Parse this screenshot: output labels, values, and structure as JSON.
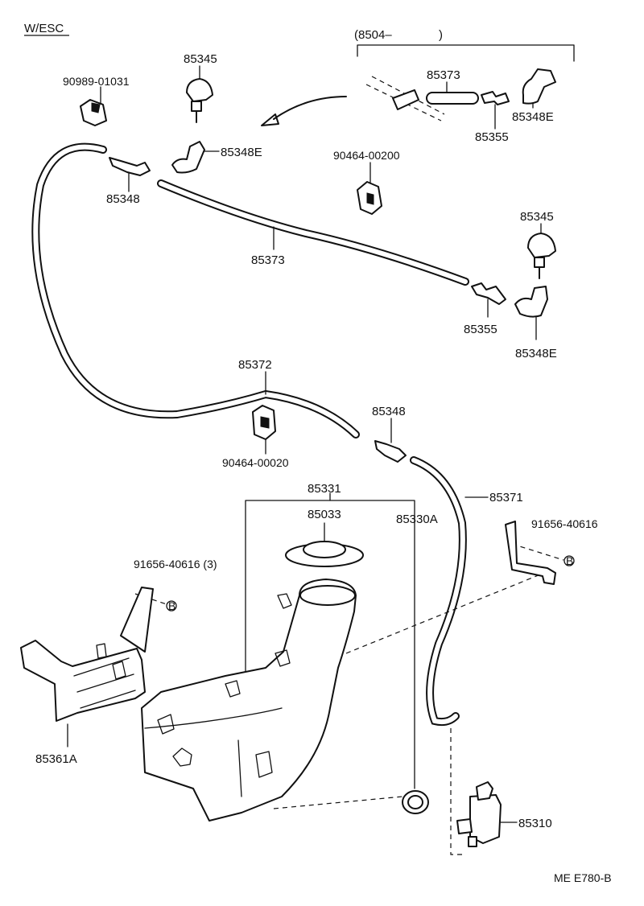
{
  "header": {
    "variant": "W/ESC",
    "group": "(8504–",
    "group_close": ")"
  },
  "footer": {
    "code": "ME E780-B"
  },
  "callouts": {
    "c1": "85345",
    "c2": "90989-01031",
    "c3": "85373",
    "c4": "85348E",
    "c5": "85355",
    "c6": "85348E",
    "c7": "90464-00200",
    "c8": "85348",
    "c9": "85373",
    "c10": "85345",
    "c11": "85355",
    "c12": "85348E",
    "c13": "85372",
    "c14": "85348",
    "c15": "90464-00020",
    "c16": "85331",
    "c17": "85033",
    "c18": "85330A",
    "c19": "85371",
    "c20": "91656-40616",
    "c21": "91656-40616 (3)",
    "c22": "85361A",
    "c23": "85310",
    "b1": "B",
    "b2": "B"
  }
}
